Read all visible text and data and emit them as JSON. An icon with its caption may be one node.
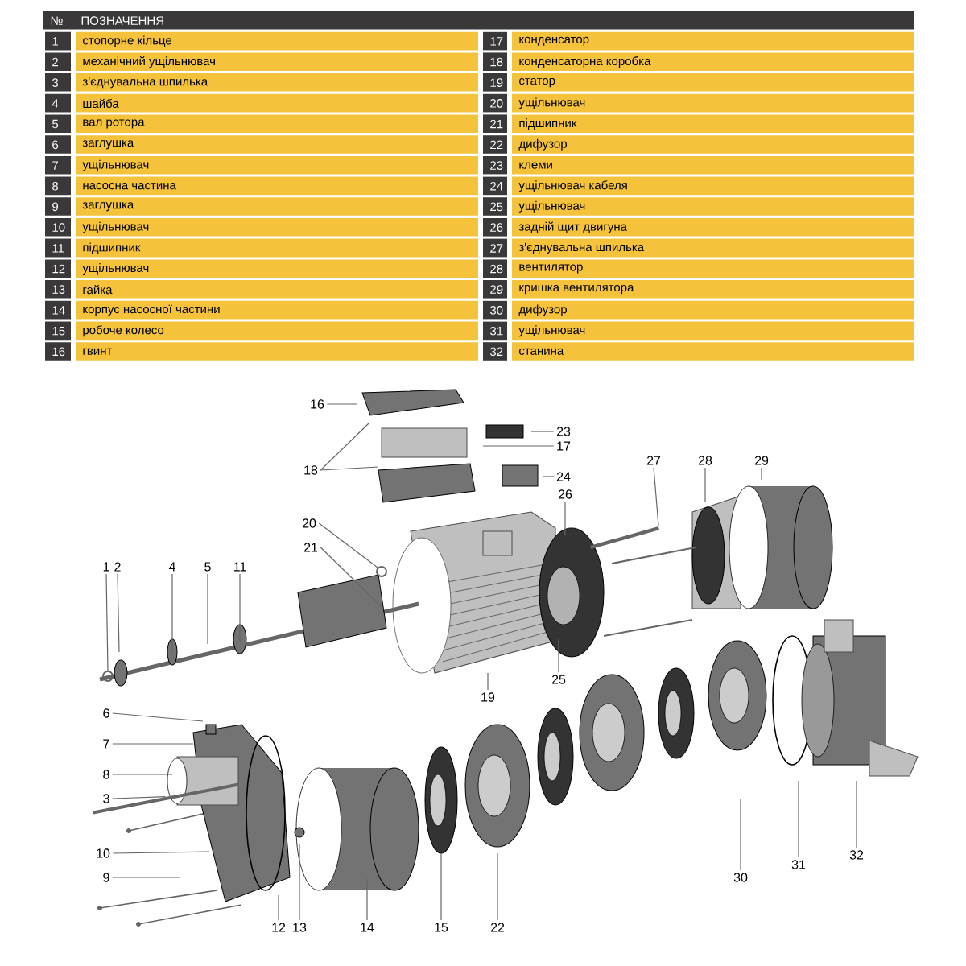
{
  "diagram": {
    "nodes": [
      {
        "text": [
          "16"
        ]
      },
      {
        "text": [
          "18"
        ]
      },
      {
        "text": [
          "23"
        ]
      },
      {
        "text": [
          "17"
        ]
      },
      {
        "text": [
          "24"
        ]
      },
      {
        "text": [
          "20"
        ]
      },
      {
        "text": [
          "26"
        ]
      },
      {
        "text": [
          "27"
        ]
      },
      {
        "text": [
          "28"
        ]
      },
      {
        "text": [
          "29"
        ]
      },
      {
        "text": [
          "21"
        ]
      },
      {
        "text": [
          "1"
        ]
      },
      {
        "text": [
          "2"
        ]
      },
      {
        "text": [
          "4"
        ]
      },
      {
        "text": [
          "5"
        ]
      },
      {
        "text": [
          "11"
        ]
      },
      {
        "text": [
          "19"
        ]
      },
      {
        "text": [
          "25"
        ]
      },
      {
        "text": [
          "6"
        ]
      },
      {
        "text": [
          "7"
        ]
      },
      {
        "text": [
          "8"
        ]
      },
      {
        "text": [
          "3"
        ]
      },
      {
        "text": [
          "10"
        ]
      },
      {
        "text": [
          "9"
        ]
      },
      {
        "text": [
          "12"
        ]
      },
      {
        "text": [
          "13"
        ]
      },
      {
        "text": [
          "14"
        ]
      },
      {
        "text": [
          "15"
        ]
      },
      {
        "text": [
          "22"
        ]
      },
      {
        "text": [
          "30"
        ]
      },
      {
        "text": [
          "31"
        ]
      },
      {
        "text": [
          "32"
        ]
      },
      {
        "text": [],
        "shape": "circle"
      },
      {
        "text": [],
        "shape": "bar"
      },
      {
        "text": [],
        "shape": "bar"
      },
      {
        "text": [],
        "shape": "circle"
      }
    ],
    "edges": [
      {
        "from": 0,
        "to": null,
        "arrow": "none"
      },
      {
        "from": 1,
        "to": null,
        "arrow": "none"
      },
      {
        "from": 1,
        "to": null,
        "arrow": "none"
      },
      {
        "from": 2,
        "to": null,
        "arrow": "none"
      },
      {
        "from": 3,
        "to": null,
        "arrow": "none"
      },
      {
        "from": 4,
        "to": null,
        "arrow": "none"
      },
      {
        "from": 5,
        "to": 32,
        "arrow": "none"
      },
      {
        "from": 6,
        "to": null,
        "arrow": "none"
      },
      {
        "from": 7,
        "to": 33,
        "arrow": "none"
      },
      {
        "from": 8,
        "to": null,
        "arrow": "none"
      },
      {
        "from": 9,
        "to": null,
        "arrow": "none"
      },
      {
        "from": 10,
        "to": null,
        "arrow": "none"
      },
      {
        "from": 11,
        "to": 35,
        "arrow": "none"
      },
      {
        "from": 12,
        "to": null,
        "arrow": "none"
      },
      {
        "from": 13,
        "to": null,
        "arrow": "none"
      },
      {
        "from": 14,
        "to": null,
        "arrow": "none"
      },
      {
        "from": 15,
        "to": null,
        "arrow": "none"
      },
      {
        "from": 16,
        "to": null,
        "arrow": "none"
      },
      {
        "from": 17,
        "to": null,
        "arrow": "none"
      },
      {
        "from": 18,
        "to": null,
        "arrow": "none"
      },
      {
        "from": 19,
        "to": null,
        "arrow": "none"
      },
      {
        "from": 20,
        "to": null,
        "arrow": "none"
      },
      {
        "from": 21,
        "to": 34,
        "arrow": "none"
      },
      {
        "from": 22,
        "to": null,
        "arrow": "none"
      },
      {
        "from": 23,
        "to": null,
        "arrow": "none"
      },
      {
        "from": 24,
        "to": null,
        "arrow": "none"
      },
      {
        "from": 25,
        "to": null,
        "arrow": "none"
      },
      {
        "from": 26,
        "to": null,
        "arrow": "none"
      },
      {
        "from": 27,
        "to": null,
        "arrow": "none"
      },
      {
        "from": 28,
        "to": null,
        "arrow": "none"
      },
      {
        "from": 29,
        "to": null,
        "arrow": "none"
      },
      {
        "from": 30,
        "to": null,
        "arrow": "none"
      },
      {
        "from": 31,
        "to": null,
        "arrow": "none"
      }
    ],
    "labels": [
      "№",
      "ПОЗНАЧЕННЯ",
      "1",
      "стопорне кільце",
      "17",
      "конденсатор",
      "2",
      "механічний ущільнювач",
      "18",
      "конденсаторна коробка",
      "3",
      "з'єднувальна шпилька",
      "19",
      "статор",
      "4",
      "шайба",
      "20",
      "ущільнювач",
      "5",
      "вал ротора",
      "21",
      "підшипник",
      "6",
      "заглушка",
      "22",
      "дифузор",
      "7",
      "ущільнювач",
      "23",
      "клеми",
      "8",
      "насосна частина",
      "24",
      "ущільнювач кабеля",
      "9",
      "заглушка",
      "25",
      "ущільнювач",
      "10",
      "ущільнювач",
      "26",
      "задній щит двигуна",
      "11",
      "підшипник",
      "27",
      "з'єднувальна шпилька",
      "12",
      "ущільнювач",
      "28",
      "вентилятор",
      "13",
      "гайка",
      "29",
      "кришка вентилятора",
      "14",
      "корпус насосної частини",
      "30",
      "дифузор",
      "15",
      "робоче колесо",
      "31",
      "ущільнювач",
      "16",
      "гвинт",
      "32",
      "станина"
    ]
  }
}
